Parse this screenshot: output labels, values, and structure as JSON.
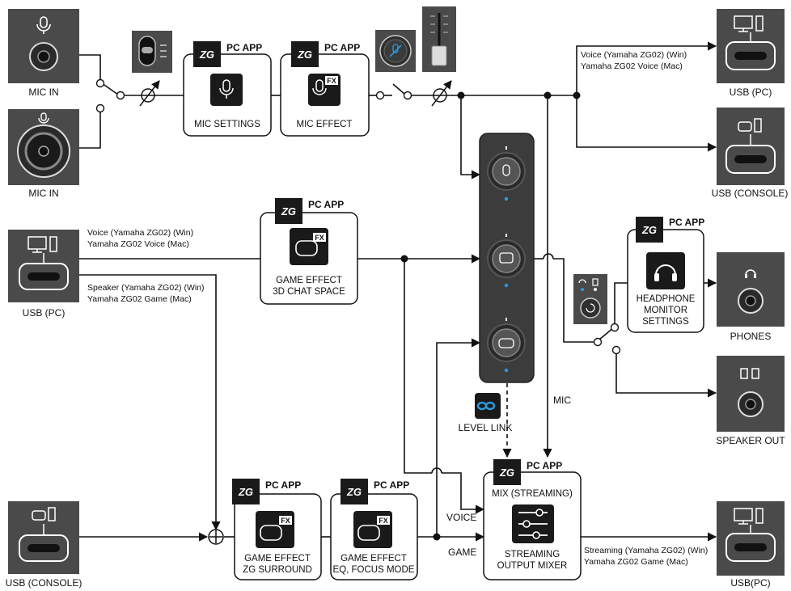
{
  "pc_app": "PC APP",
  "zg_logo": "ZG",
  "inputs": {
    "mic_in_top": "MIC IN",
    "mic_in_bottom": "MIC IN",
    "usb_pc": "USB (PC)",
    "usb_console": "USB (CONSOLE)"
  },
  "outputs": {
    "usb_pc_top": "USB (PC)",
    "usb_console_top": "USB (CONSOLE)",
    "phones": "PHONES",
    "speaker_out": "SPEAKER OUT",
    "usb_pc_bottom": "USB(PC)"
  },
  "blocks": {
    "mic_settings": "MIC SETTINGS",
    "mic_effect": "MIC EFFECT",
    "game_effect_3d_line1": "GAME EFFECT",
    "game_effect_3d_line2": "3D CHAT SPACE",
    "headphone_line1": "HEADPHONE",
    "headphone_line2": "MONITOR",
    "headphone_line3": "SETTINGS",
    "zg_surround_line1": "GAME EFFECT",
    "zg_surround_line2": "ZG SURROUND",
    "eq_focus_line1": "GAME EFFECT",
    "eq_focus_line2": "EQ, FOCUS MODE",
    "mix_title": "MIX (STREAMING)",
    "mixer_line1": "STREAMING",
    "mixer_line2": "OUTPUT MIXER"
  },
  "signals": {
    "voice_out_line1": "Voice (Yamaha ZG02) (Win)",
    "voice_out_line2": "Yamaha ZG02 Voice (Mac)",
    "voice_in_line1": "Voice (Yamaha ZG02) (Win)",
    "voice_in_line2": "Yamaha ZG02 Voice (Mac)",
    "speaker_in_line1": "Speaker (Yamaha ZG02) (Win)",
    "speaker_in_line2": "Yamaha ZG02 Game (Mac)",
    "streaming_line1": "Streaming (Yamaha ZG02) (Win)",
    "streaming_line2": "Yamaha ZG02 Game (Mac)",
    "mic": "MIC",
    "voice": "VOICE",
    "game": "GAME",
    "level_link": "LEVEL LINK"
  },
  "colors": {
    "panel_gray": "#4a4a4a",
    "knob_strip": "#3c3c3c",
    "badge_black": "#1a1a1a",
    "accent_blue": "#2b9be0",
    "line": "#111111"
  }
}
